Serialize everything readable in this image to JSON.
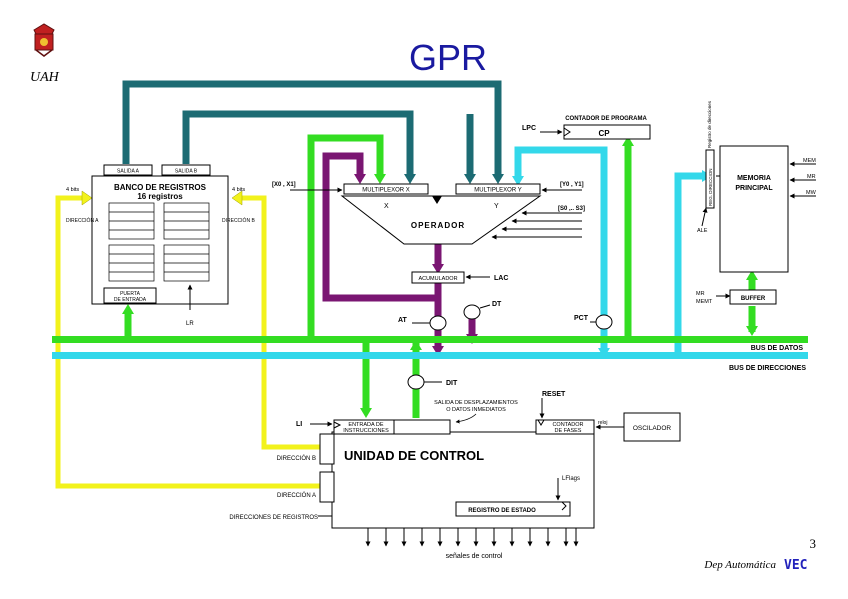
{
  "colors": {
    "teal": "#1c6b73",
    "green": "#33dd22",
    "cyan": "#33d8ea",
    "purple": "#7a1672",
    "yellow": "#f2f21c",
    "title": "#1a1aa0",
    "vec": "#2222bb"
  },
  "header": {
    "logo_text": "UAH",
    "title": "GPR"
  },
  "footer": {
    "page_number": "3",
    "dept": "Dep Automática",
    "vec": "VEC"
  },
  "bus": {
    "datos": "BUS DE DATOS",
    "direcciones": "BUS DE DIRECCIONES"
  },
  "regbank": {
    "salida_a": "SALIDA A",
    "salida_b": "SALIDA B",
    "title1": "BANCO DE REGISTROS",
    "title2": "16 registros",
    "dir_a": "DIRECCIÓN A",
    "dir_b": "DIRECCIÓN B",
    "bits_left": "4 bits",
    "bits_right": "4 bits",
    "puerta1": "PUERTA",
    "puerta2": "DE ENTRADA",
    "lr": "LR"
  },
  "alu": {
    "mux_x": "MULTIPLEXOR X",
    "mux_y": "MULTIPLEXOR Y",
    "x": "X",
    "y": "Y",
    "operador": "OPERADOR",
    "x_sel": "[X0 , X1]",
    "y_sel": "[Y0 , Y1]",
    "s_sel": "[S0 ,.. S3]",
    "acumulador": "ACUMULADOR",
    "lac": "LAC",
    "dt": "DT",
    "at": "AT",
    "dit": "DIT"
  },
  "pc": {
    "title": "CONTADOR DE PROGRAMA",
    "cp": "CP",
    "lpc": "LPC",
    "pct": "PCT"
  },
  "memory": {
    "title1": "MEMORIA",
    "title2": "PRINCIPAL",
    "mem": "MEM",
    "mr": "MR",
    "mw": "MW",
    "reg_dir": "REG. DIRECCION",
    "vertical_label": "Registro de direcciones",
    "ale": "ALE",
    "buffer": "BUFFER",
    "mr2": "MR",
    "memt": "MEMT"
  },
  "control": {
    "title": "UNIDAD DE CONTROL",
    "entrada1": "ENTRADA DE",
    "entrada2": "INSTRUCCIONES",
    "li": "LI",
    "salida1": "SALIDA DE DESPLAZAMIENTOS",
    "salida2": "O DATOS INMEDIATOS",
    "reset": "RESET",
    "contador1": "CONTADOR",
    "contador2": "DE FASES",
    "reloj": "reloj",
    "oscilador": "OSCILADOR",
    "dir_b": "DIRECCIÓN B",
    "dir_a": "DIRECCIÓN A",
    "dir_regs": "DIRECCIONES DE REGISTROS",
    "lflags": "LFlags",
    "registro_estado": "REGISTRO DE ESTADO",
    "senales": "señales de control"
  }
}
